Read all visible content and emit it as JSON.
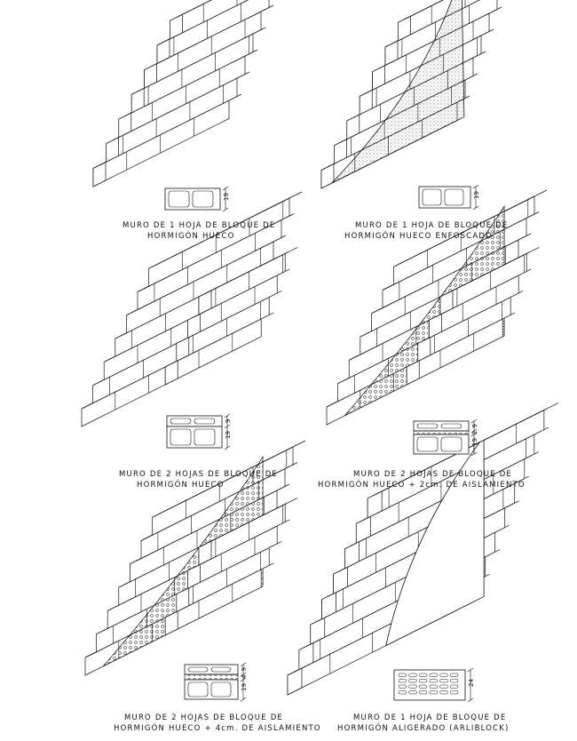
{
  "panels": [
    {
      "id": "p1",
      "caption_line1": "MURO DE 1 HOJA DE BLOQUE DE",
      "caption_line2": "HORMIGÓN HUECO",
      "dims": [
        "19"
      ]
    },
    {
      "id": "p2",
      "caption_line1": "MURO DE 1 HOJA DE BLOQUE DE",
      "caption_line2": "HORMIGÓN HUECO ENFOSCADO",
      "dims": [
        "19"
      ]
    },
    {
      "id": "p3",
      "caption_line1": "MURO DE 2 HOJAS DE BLOQUE DE",
      "caption_line2": "HORMIGÓN HUECO",
      "dims": [
        "9",
        "19"
      ]
    },
    {
      "id": "p4",
      "caption_line1": "MURO DE 2 HOJAS DE BLOQUE DE",
      "caption_line2": "HORMIGÓN HUECO + 2cm. DE AISLAMIENTO",
      "dims": [
        "9",
        "2",
        "19"
      ]
    },
    {
      "id": "p5",
      "caption_line1": "MURO DE 2 HOJAS DE BLOQUE DE",
      "caption_line2": "HORMIGÓN HUECO + 4cm. DE AISLAMIENTO",
      "dims": [
        "9",
        "4",
        "19"
      ]
    },
    {
      "id": "p6",
      "caption_line1": "MURO DE 1 HOJA DE BLOQUE DE",
      "caption_line2": "HORMIGÓN ALIGERADO (ARLIBLOCK)",
      "dims": [
        "24"
      ]
    }
  ],
  "colors": {
    "line": "#111111",
    "fill": "#ffffff",
    "hatch": "#555555"
  }
}
